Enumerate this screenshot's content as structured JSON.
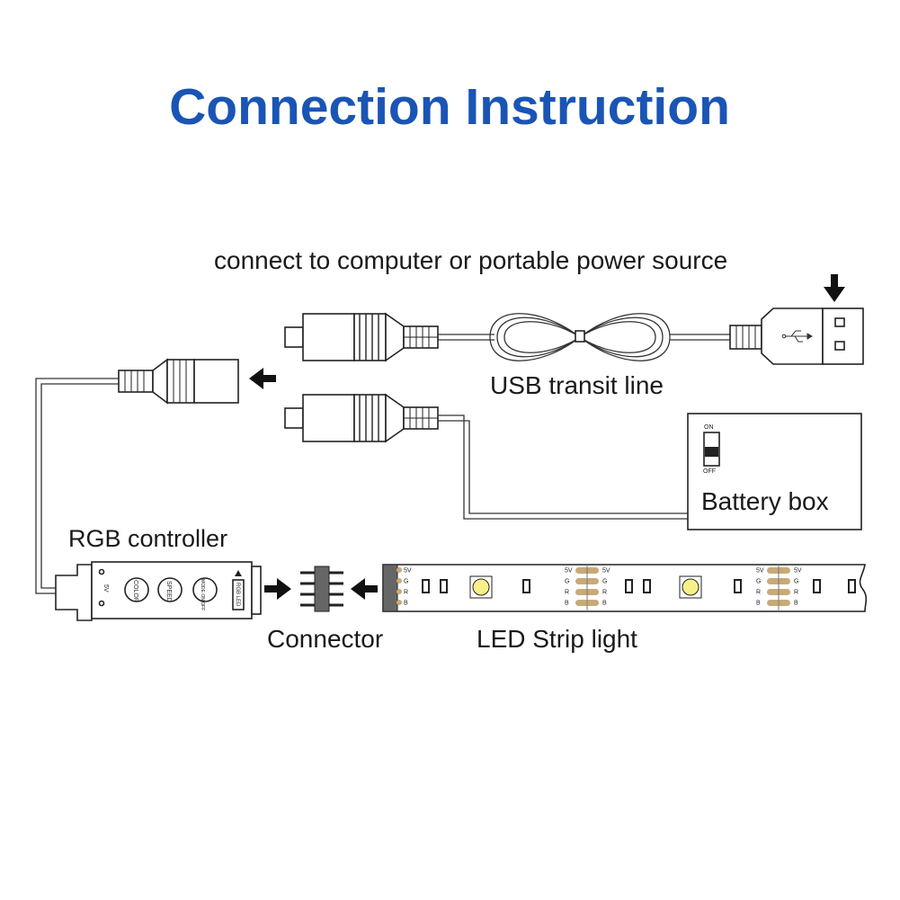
{
  "title": "Connection Instruction",
  "colors": {
    "title": "#1a55b5",
    "led": "#f7f08a",
    "pad": "#c8aa78"
  },
  "labels": {
    "power_source": "connect to computer or portable power source",
    "usb_line": "USB transit line",
    "battery_box": "Battery box",
    "rgb_controller": "RGB controller",
    "connector": "Connector",
    "led_strip": "LED Strip light"
  },
  "battery_switch": {
    "on": "ON",
    "off": "OFF"
  },
  "controller": {
    "buttons": [
      "COLOR",
      "SPEED",
      "MODE ON/OFF"
    ],
    "badge": "RGB LED",
    "voltage": "5V"
  },
  "strip_pins": [
    "5V",
    "G",
    "R",
    "B"
  ]
}
